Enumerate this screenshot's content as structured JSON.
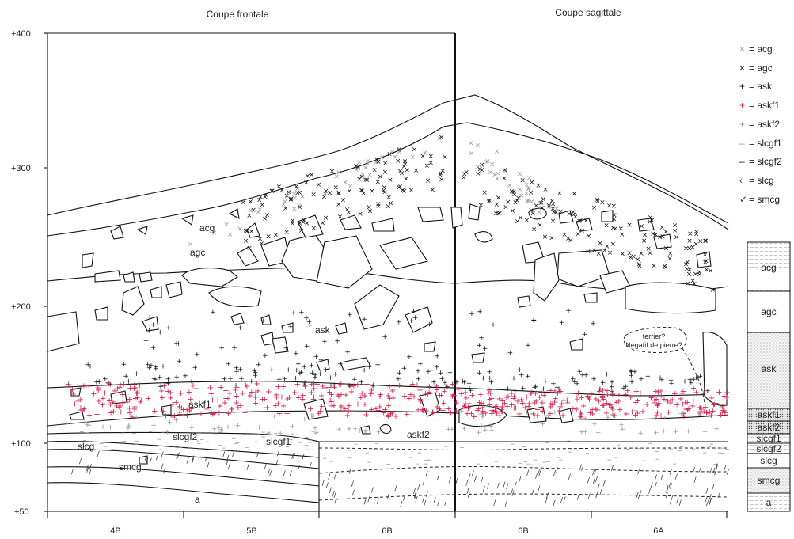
{
  "titles": {
    "left": "Coupe frontale",
    "right": "Coupe sagittale"
  },
  "y_axis": {
    "ticks": [
      "+400",
      "+300",
      "+200",
      "+100",
      "+50"
    ]
  },
  "x_axis": {
    "squares": [
      "4B",
      "5B",
      "6B",
      "6B",
      "6A"
    ]
  },
  "layer_labels": {
    "acg": "acg",
    "agc": "agc",
    "ask": "ask",
    "askf1": "askf1",
    "askf2": "askf2",
    "slcgf2": "slcgf2",
    "slcgf1": "slcgf1",
    "slcg": "slcg",
    "smcg": "smcg",
    "a": "a"
  },
  "annotation": {
    "line1": "terrier?",
    "line2": "Négatif de pierre?"
  },
  "legend": {
    "items": [
      {
        "symbol": "×",
        "label": "= acg",
        "color": "#9a9a9a"
      },
      {
        "symbol": "×",
        "label": "= agc",
        "color": "#111111"
      },
      {
        "symbol": "+",
        "label": "= ask",
        "color": "#111111"
      },
      {
        "symbol": "+",
        "label": "= askf1",
        "color": "#e0204a"
      },
      {
        "symbol": "+",
        "label": "= askf2",
        "color": "#9a9a9a"
      },
      {
        "symbol": "–",
        "label": "= slcgf1",
        "color": "#9a9a9a"
      },
      {
        "symbol": "–",
        "label": "= slcgf2",
        "color": "#111111"
      },
      {
        "symbol": "‹",
        "label": "= slcg",
        "color": "#333333"
      },
      {
        "symbol": "✓",
        "label": "= smcg",
        "color": "#333333"
      }
    ]
  },
  "column": {
    "layers": [
      "acg",
      "agc",
      "ask",
      "askf1",
      "askf2",
      "slcgf1",
      "slcgf2",
      "slcg",
      "smcg",
      "a"
    ]
  },
  "colors": {
    "red": "#e0204a",
    "grey": "#9a9a9a",
    "black": "#111111"
  }
}
